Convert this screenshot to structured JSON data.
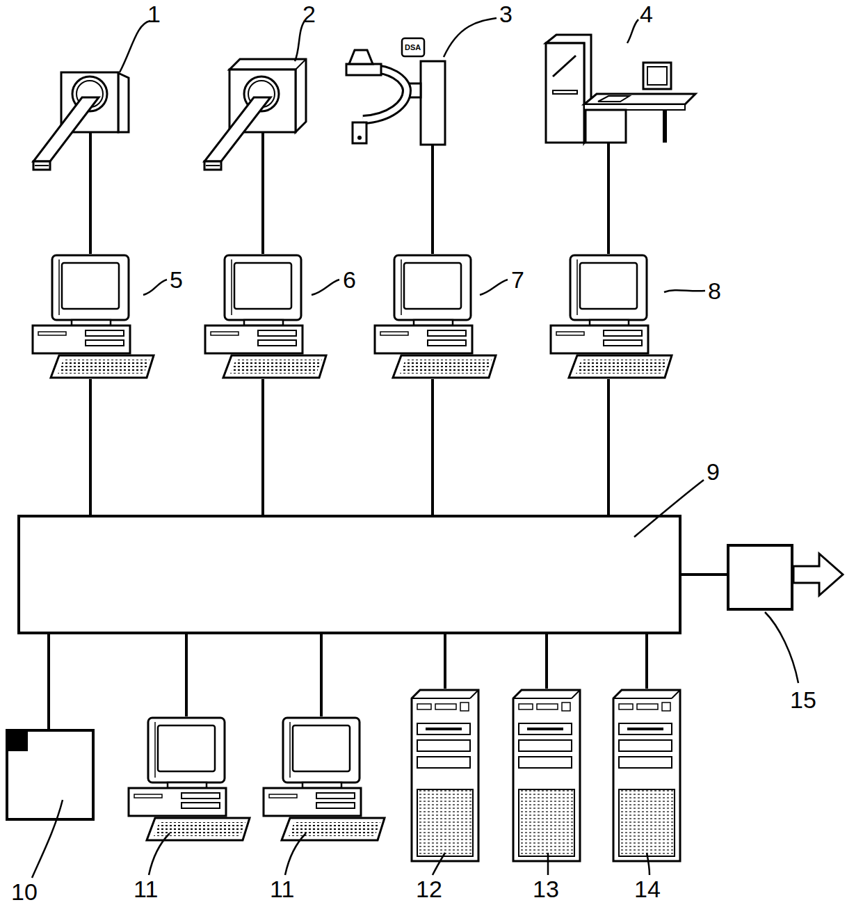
{
  "diagram": {
    "nodes": [
      {
        "text": [
          "1"
        ]
      },
      {
        "text": [
          "2"
        ]
      },
      {
        "text": [
          "3"
        ]
      },
      {
        "text": [
          "4"
        ]
      },
      {
        "text": [
          "5"
        ]
      },
      {
        "text": [
          "6"
        ]
      },
      {
        "text": [
          "7"
        ]
      },
      {
        "text": [
          "8"
        ]
      },
      {
        "text": [
          "9"
        ]
      },
      {
        "text": [
          "10"
        ]
      },
      {
        "text": [
          "11"
        ]
      },
      {
        "text": [
          "11"
        ]
      },
      {
        "text": [
          "12"
        ]
      },
      {
        "text": [
          "13"
        ]
      },
      {
        "text": [
          "14"
        ]
      },
      {
        "text": [
          "15"
        ]
      }
    ],
    "edges": [
      {
        "from": 0,
        "to": 4,
        "arrow": "none"
      },
      {
        "from": 1,
        "to": 5,
        "arrow": "none"
      },
      {
        "from": 2,
        "to": 6,
        "arrow": "none"
      },
      {
        "from": 3,
        "to": 7,
        "arrow": "none"
      },
      {
        "from": 4,
        "to": 8,
        "arrow": "none"
      },
      {
        "from": 5,
        "to": 8,
        "arrow": "none"
      },
      {
        "from": 6,
        "to": 8,
        "arrow": "none"
      },
      {
        "from": 7,
        "to": 8,
        "arrow": "none"
      },
      {
        "from": 8,
        "to": 9,
        "arrow": "none"
      },
      {
        "from": 8,
        "to": 10,
        "arrow": "none"
      },
      {
        "from": 8,
        "to": 11,
        "arrow": "none"
      },
      {
        "from": 8,
        "to": 12,
        "arrow": "none"
      },
      {
        "from": 8,
        "to": 13,
        "arrow": "none"
      },
      {
        "from": 8,
        "to": 14,
        "arrow": "none"
      },
      {
        "from": 8,
        "to": 15,
        "arrow": "none"
      }
    ],
    "labels": [
      "DSA"
    ]
  }
}
